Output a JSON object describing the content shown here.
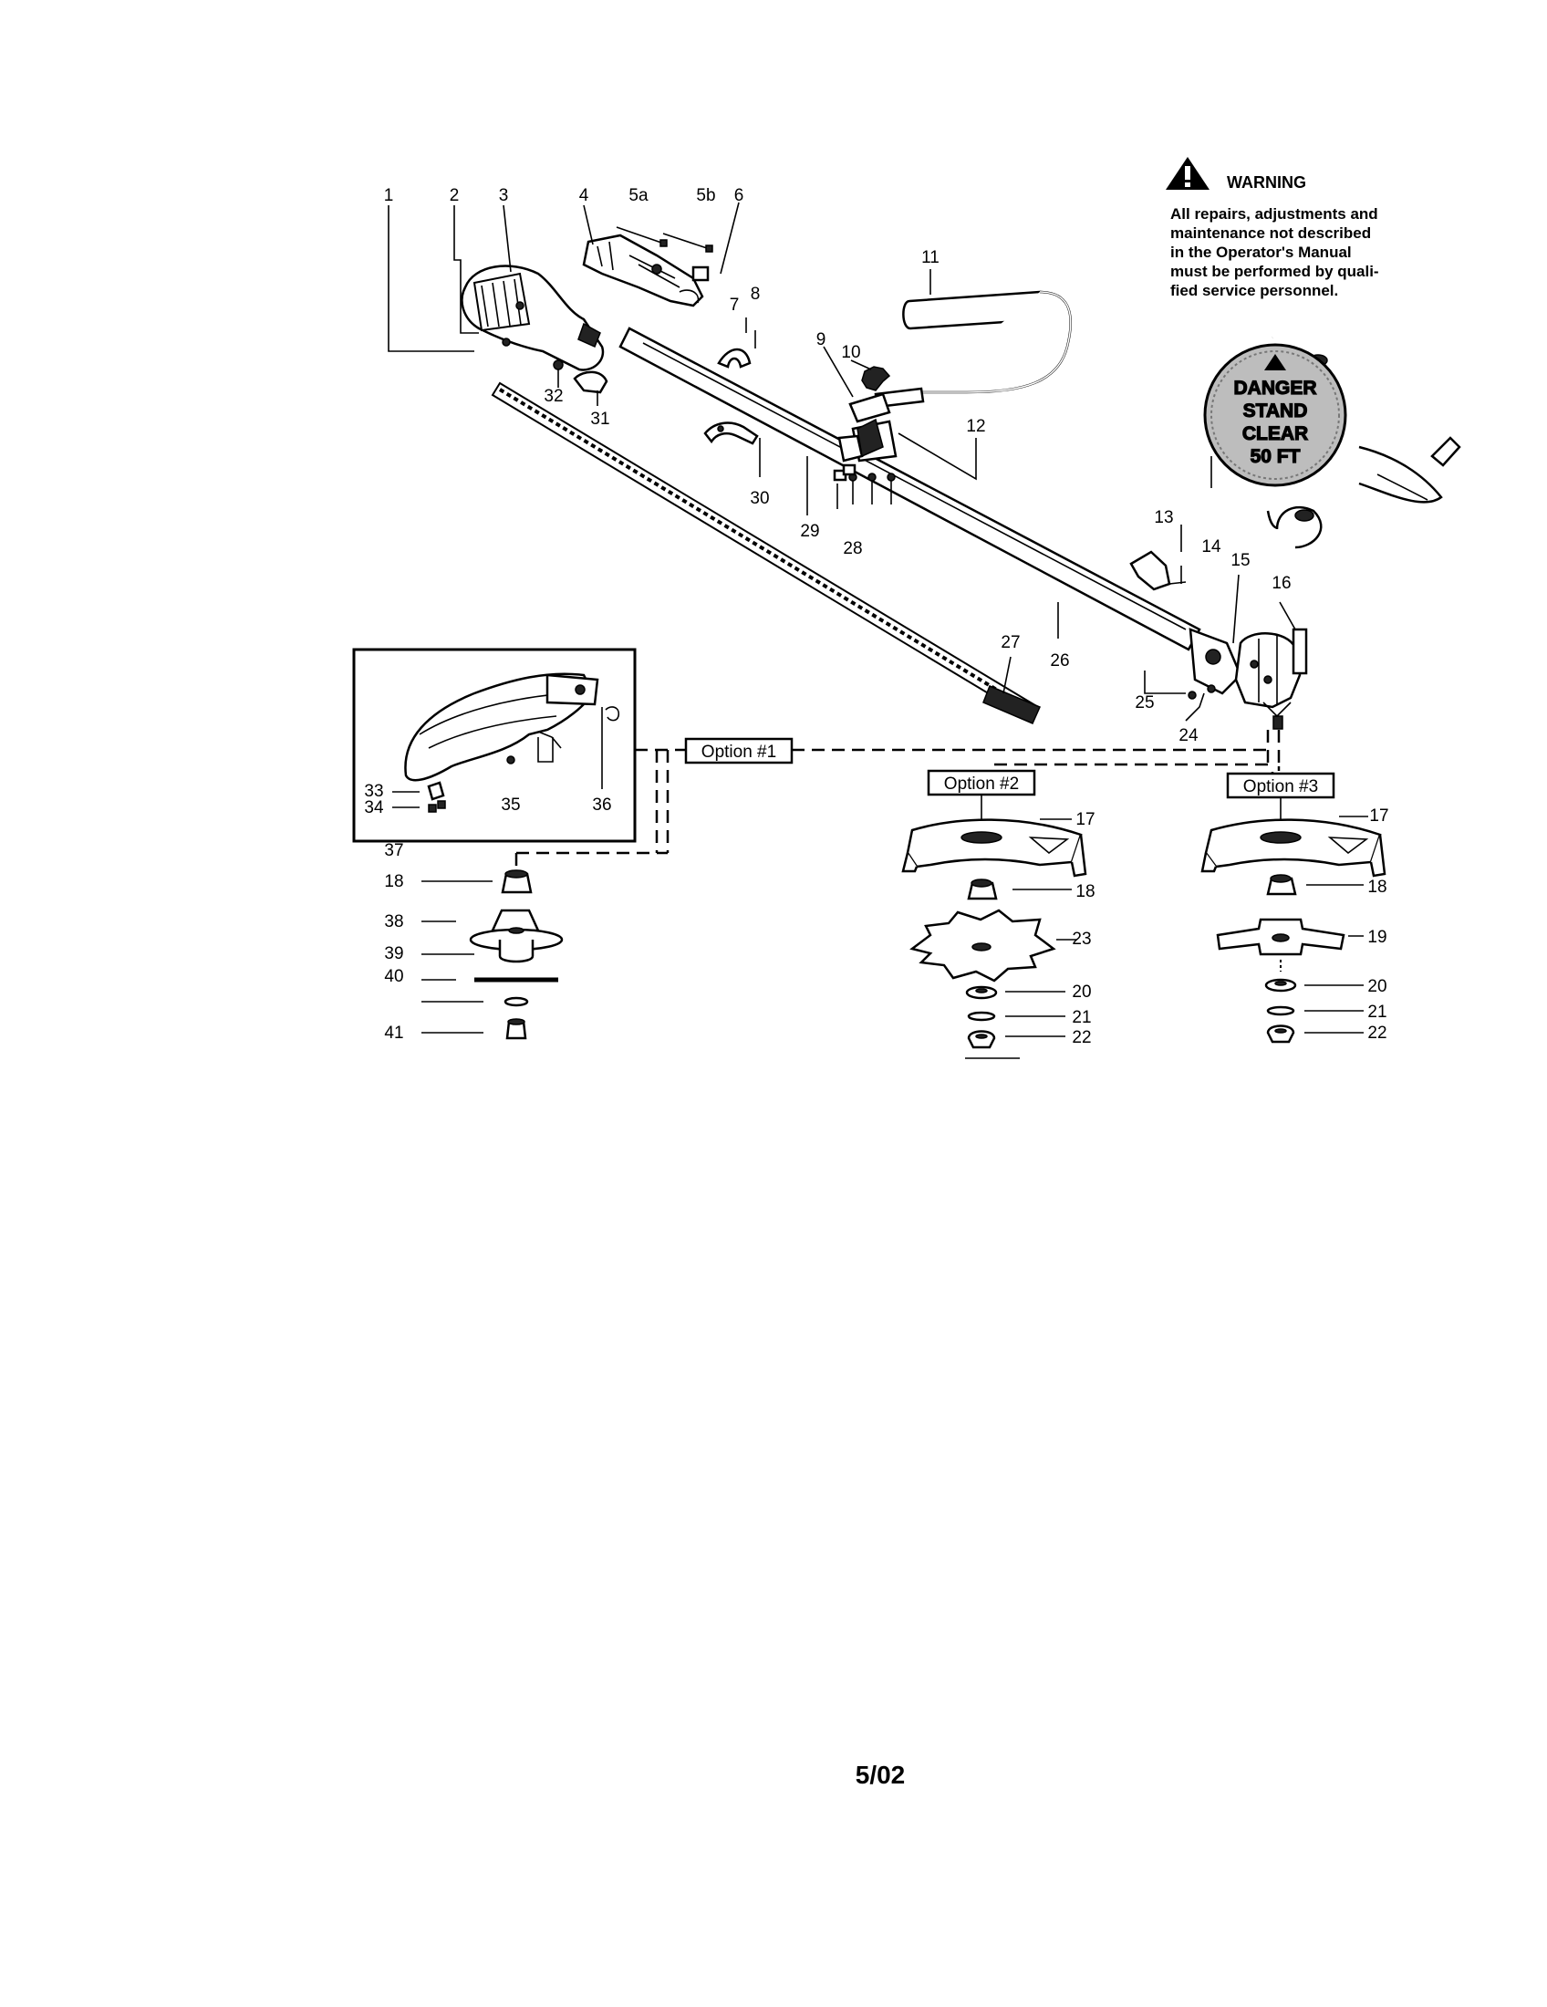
{
  "warning": {
    "heading": "WARNING",
    "lines": [
      "All repairs, adjustments and",
      "maintenance not described",
      "in the Operator's Manual",
      "must be performed by quali-",
      "fied service personnel."
    ]
  },
  "danger_label": {
    "lines": [
      "DANGER",
      "STAND",
      "CLEAR",
      "50 FT"
    ]
  },
  "options": {
    "option1": "Option #1",
    "option2": "Option #2",
    "option3": "Option #3"
  },
  "part_numbers": [
    "1",
    "2",
    "3",
    "4",
    "5a",
    "5b",
    "6",
    "7",
    "8",
    "9",
    "10",
    "11",
    "12",
    "13",
    "14",
    "15",
    "16",
    "17",
    "17",
    "18",
    "18",
    "18",
    "19",
    "20",
    "20",
    "21",
    "21",
    "22",
    "22",
    "23",
    "24",
    "25",
    "26",
    "27",
    "28",
    "29",
    "30",
    "31",
    "32",
    "33",
    "34",
    "35",
    "36",
    "37",
    "38",
    "39",
    "40",
    "41"
  ],
  "footer_code": "5/02",
  "icons": {
    "warning": "warning-triangle-icon"
  }
}
